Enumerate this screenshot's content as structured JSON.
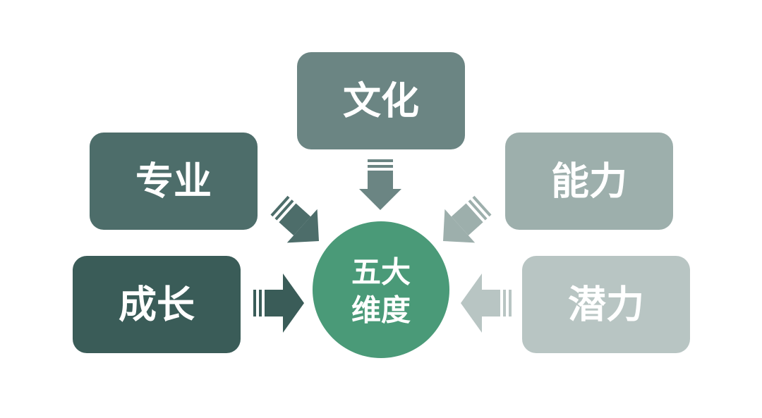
{
  "center": {
    "line1": "五大",
    "line2": "维度",
    "color": "#4A9A78"
  },
  "nodes": {
    "culture": {
      "label": "文化",
      "color": "#6B8583"
    },
    "major": {
      "label": "专业",
      "color": "#4D6D6A"
    },
    "ability": {
      "label": "能力",
      "color": "#9DAFAC"
    },
    "growth": {
      "label": "成长",
      "color": "#3A5C58"
    },
    "potential": {
      "label": "潜力",
      "color": "#B8C5C3"
    }
  }
}
